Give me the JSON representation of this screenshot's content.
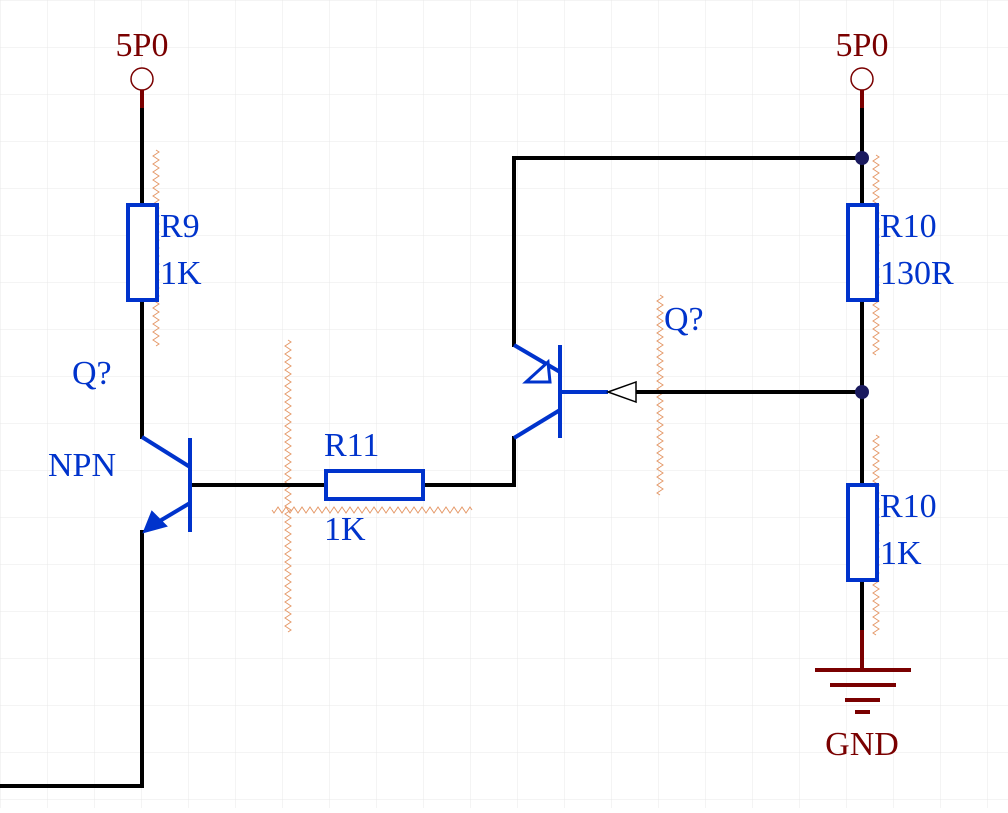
{
  "power_left": {
    "label": "5P0"
  },
  "power_right": {
    "label": "5P0"
  },
  "ground": {
    "label": "GND"
  },
  "resistors": {
    "r9": {
      "ref": "R9",
      "value": "1K"
    },
    "r10_top": {
      "ref": "R10",
      "value": "130R"
    },
    "r10_bottom": {
      "ref": "R10",
      "value": "1K"
    },
    "r11": {
      "ref": "R11",
      "value": "1K"
    }
  },
  "transistors": {
    "npn": {
      "ref": "Q?",
      "type": "NPN"
    },
    "pnp": {
      "ref": "Q?"
    }
  },
  "colors": {
    "wire": "#000000",
    "component": "#0033cc",
    "power": "#7a0000",
    "junction": "#1a1a5e",
    "grid": "#e6e6e6",
    "pin_hatch": "#e0a080"
  }
}
